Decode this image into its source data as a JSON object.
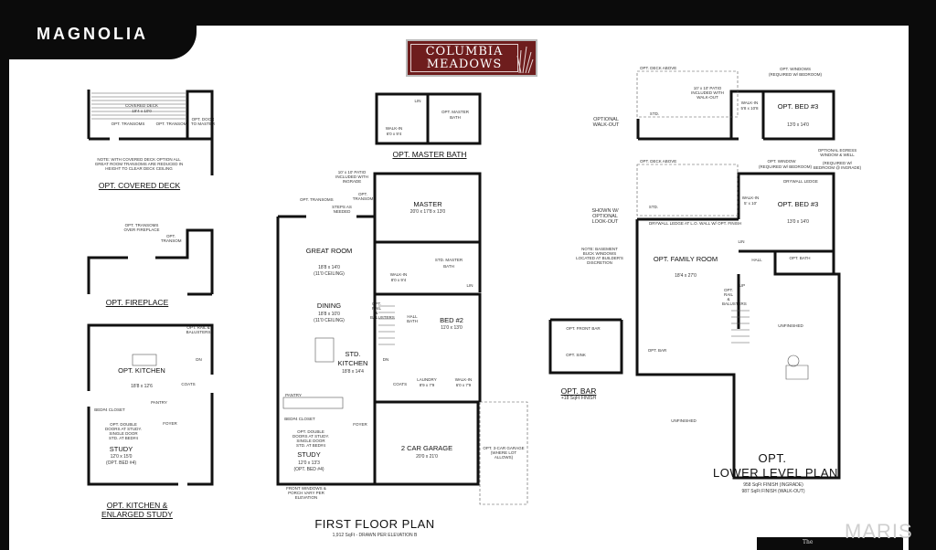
{
  "header": {
    "title": "MAGNOLIA",
    "brand_line1": "COLUMBIA",
    "brand_line2": "MEADOWS"
  },
  "covered_deck": {
    "deck": "COVERED DECK",
    "deck_dim": "19'4 x 10'0",
    "opt_transoms": "OPT. TRANSOMS",
    "opt_transom": "OPT. TRANSOM",
    "opt_door": "OPT. DOOR TO MASTER",
    "note": "NOTE: WITH COVERED DECK OPTION ALL GREAT ROOM TRANSOMS ARE REDUCED IN HEIGHT TO CLEAR DECK CEILING",
    "caption": "OPT. COVERED DECK"
  },
  "fireplace": {
    "transoms_over": "OPT. TRANSOMS OVER FIREPLACE",
    "opt_transom": "OPT. TRANSOM",
    "caption": "OPT. FIREPLACE"
  },
  "kitchen_study": {
    "rail": "OPT. RAIL & BALUSTERS",
    "kitchen": "OPT. KITCHEN",
    "kitchen_dim": "18'8 x 12'6",
    "dn": "DN",
    "pantry": "PANTRY",
    "coats": "COATS",
    "bed_closet": "BED#4 CLOSET",
    "doors_note": "OPT. DOUBLE DOORS AT STUDY. SINGLE DOOR STD. AT BED#4",
    "foyer": "FOYER",
    "study": "STUDY",
    "study_dim": "12'0 x 15'0",
    "study_opt": "(OPT. BED #4)",
    "caption1": "OPT. KITCHEN &",
    "caption2": "ENLARGED STUDY"
  },
  "master_bath": {
    "lin": "LIN",
    "walk_in": "WALK-IN",
    "walk_in_dim": "6'0 x 9'4",
    "opt_master": "OPT. MASTER",
    "bath": "BATH",
    "caption": "OPT. MASTER BATH"
  },
  "first_floor": {
    "patio": "10' x 10' PATIO INCLUDED WITH INGRADE",
    "opt_transoms": "OPT. TRANSOMS",
    "opt_transom": "OPT. TRANSOM",
    "steps": "STEPS AS NEEDED",
    "great_room": "GREAT ROOM",
    "great_room_dim": "18'8 x 14'0",
    "great_room_ceil": "(11'0 CEILING)",
    "dining": "DINING",
    "dining_dim": "18'8 x 10'0",
    "dining_ceil": "(11'0 CEILING)",
    "std": "STD.",
    "kitchen": "KITCHEN",
    "kitchen_dim": "18'8 x 14'4",
    "master": "MASTER",
    "master_dim": "20'0 x 17'8 x 13'0",
    "walk_in": "WALK-IN",
    "walk_in_dim": "8'0 x 9'4",
    "std_master": "STD. MASTER",
    "bath": "BATH",
    "lin": "LIN",
    "hall_bath": "HALL BATH",
    "bed2": "BED #2",
    "bed2_dim": "11'0 x 13'0",
    "laundry": "LAUNDRY",
    "laundry_dim": "8'9 x 7'9",
    "walk_in2_dim": "6'0 x 7'9",
    "rail": "OPT. RAIL & BALUSTERS",
    "dn": "DN",
    "pantry": "PANTRY",
    "coats": "COATS",
    "bed_closet": "BED#4 CLOSET",
    "doors_note": "OPT. DOUBLE DOORS AT STUDY. SINGLE DOOR STD. AT BED#4",
    "foyer": "FOYER",
    "study": "STUDY",
    "study_dim": "12'0 x 13'3",
    "study_opt": "(OPT. BED #4)",
    "porch_note": "FRONT WINDOWS & PORCH VARY PER ELEVATION",
    "garage": "2 CAR GARAGE",
    "garage_dim": "20'0 x 21'0",
    "opt_garage": "OPT. 3-CAR GARAGE (WHERE LOT ALLOWS)",
    "title": "FIRST FLOOR PLAN",
    "subtitle": "1,912 SqFt - DRAWN PER ELEVATION B"
  },
  "bar": {
    "front_bar": "OPT. FRONT BAR",
    "sink": "OPT. SINK",
    "caption": "OPT. BAR",
    "finish": "+18 SqFt FINISH"
  },
  "walkout": {
    "deck_above": "OPT. DECK ABOVE",
    "opt_windows": "OPT. WINDOWS",
    "req_bed": "(REQUIRED W/ BEDROOM)",
    "patio": "10' x 10' PATIO INCLUDED WITH WALK-OUT",
    "std": "STD.",
    "walk_in": "WALK-IN",
    "walk_in_dim": "5'8 x 10'8",
    "bed3": "OPT. BED #3",
    "bed3_dim": "13'0 x 14'0",
    "optional": "OPTIONAL WALK-OUT"
  },
  "lower": {
    "deck_above": "OPT. DECK ABOVE",
    "opt_window": "OPT. WINDOW",
    "req_bed": "(REQUIRED W/ BEDROOM)",
    "egress": "OPTIONAL EGRESS WINDOW & WELL",
    "egress_req": "(REQUIRED W/ BEDROOM @ INGRADE)",
    "shown": "SHOWN W/ OPTIONAL LOOK-OUT",
    "std": "STD.",
    "drywall": "DRYWALL LEDGE",
    "ledge_note": "DRYWALL LEDGE AT L.O. WALL W/ OPT. FINISH",
    "walk_in": "WALK-IN",
    "walk_in_dim": "5' x 10'",
    "bed3": "OPT. BED #3",
    "bed3_dim": "13'0 x 14'0",
    "note": "NOTE: BASEMENT BUCK WINDOWS LOCATED AT BUILDER'S DISCRETION",
    "family": "OPT. FAMILY ROOM",
    "family_dim": "18'4 x 27'0",
    "lin": "LIN",
    "hall": "HALL",
    "opt_bath": "OPT. BATH",
    "rail": "OPT. RAIL & BALUSTERS",
    "up": "UP",
    "unfinished": "UNFINISHED",
    "opt_bar": "OPT. BAR",
    "unfinished2": "UNFINISHED",
    "title1": "OPT.",
    "title2": "LOWER LEVEL PLAN",
    "finish1": "958 SqFt FINISH (INGRADE)",
    "finish2": "987 SqFt FINISH (WALK-OUT)"
  },
  "footer": {
    "watermark": "MARIS",
    "corner_text": "The"
  },
  "colors": {
    "brand": "#6e1d1d",
    "frame": "#0b0b0b",
    "wall": "#111111"
  }
}
